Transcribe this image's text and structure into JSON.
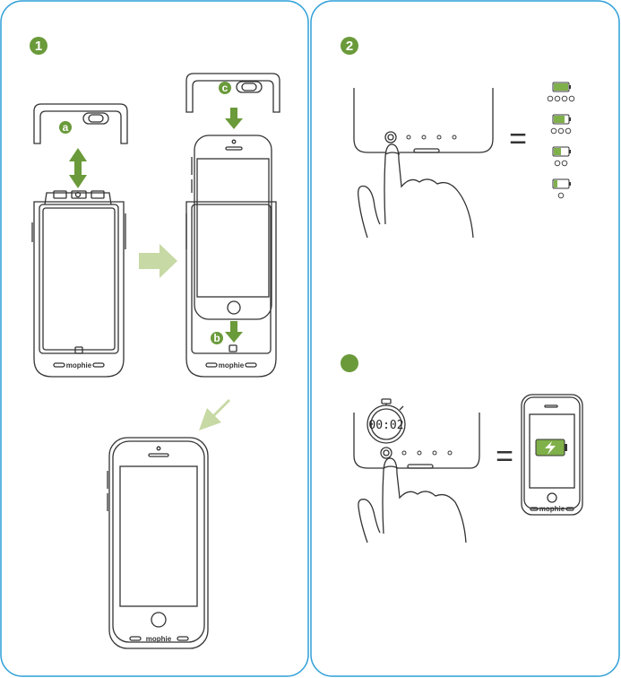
{
  "panels": {
    "left": {
      "step_number": "1"
    },
    "right_top": {
      "step_number": "2"
    },
    "right_bottom": {
      "step_number": ""
    }
  },
  "labels": {
    "a": "a",
    "b": "b",
    "c": "c"
  },
  "brand": "mophie",
  "timer_display": "00:02",
  "equals_symbol": "=",
  "battery_levels": [
    {
      "dots": 4,
      "fill_fraction": 1.0
    },
    {
      "dots": 3,
      "fill_fraction": 0.75
    },
    {
      "dots": 2,
      "fill_fraction": 0.5
    },
    {
      "dots": 1,
      "fill_fraction": 0.25
    }
  ],
  "colors": {
    "border": "#2f9fd8",
    "accent_green": "#6a9a3a",
    "arrow_light_green": "#c7d9a4",
    "line": "#333333",
    "charging_green": "#7fb04a"
  }
}
